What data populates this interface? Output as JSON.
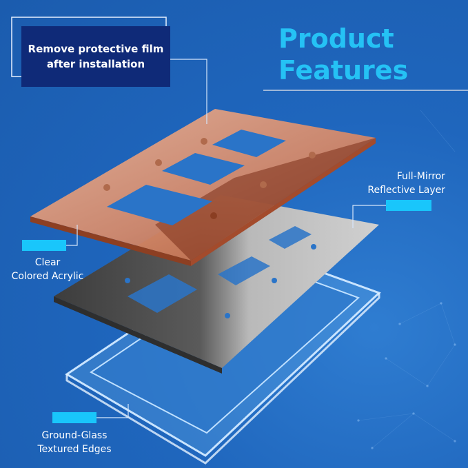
{
  "title": {
    "line1": "Product",
    "line2": "Features"
  },
  "callout": {
    "line1": "Remove protective film",
    "line2": "after installation"
  },
  "labels": {
    "mirror": {
      "line1": "Full-Mirror",
      "line2": "Reflective Layer"
    },
    "acrylic": {
      "line1": "Clear",
      "line2": "Colored Acrylic"
    },
    "glass": {
      "line1": "Ground-Glass",
      "line2": "Textured Edges"
    }
  },
  "colors": {
    "background": "#1f66bd",
    "title": "#25c2f5",
    "callout": "#0f2a78",
    "tag": "#19c6fb",
    "copper": "#d98a68",
    "mirror": "#a7a7a7",
    "dark_mirror": "#4a4a4a"
  }
}
